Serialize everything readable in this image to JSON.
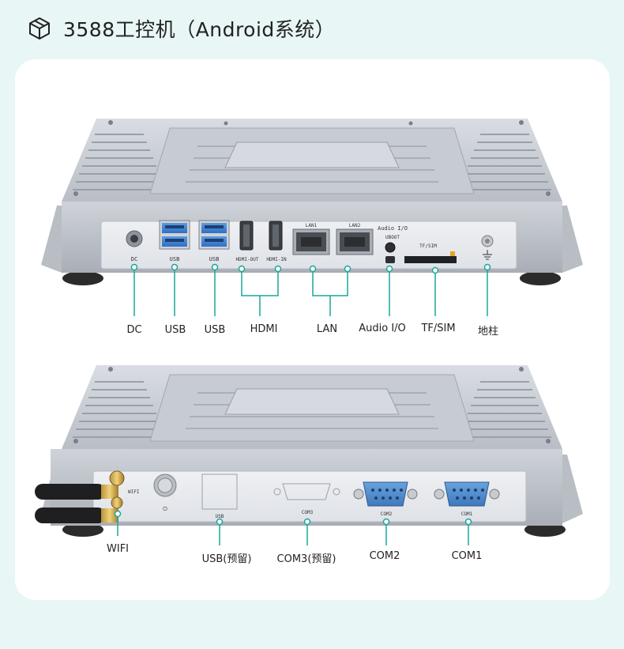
{
  "header": {
    "title": "3588工控机（Android系统）",
    "icon": "cube-icon"
  },
  "colors": {
    "accent": "#1aa79a",
    "background": "#e8f6f5",
    "card": "#ffffff"
  },
  "top_device": {
    "port_labels": [
      "DC",
      "USB",
      "USB",
      "HDMI",
      "LAN",
      "Audio I/O",
      "TF/SIM",
      "地柱"
    ],
    "silkscreen": {
      "dc": "DC",
      "usb1": "USB",
      "usb2": "USB",
      "hdmi_out": "HDMI-OUT",
      "hdmi_in": "HDMI-IN",
      "lan1": "LAN1",
      "lan2": "LAN2",
      "audio": "Audio I/O",
      "uboot": "UBOOT",
      "tfsim": "TF/SIM"
    }
  },
  "bottom_device": {
    "port_labels": [
      "WIFI",
      "USB(预留)",
      "COM3(预留)",
      "COM2",
      "COM1"
    ],
    "silkscreen": {
      "wifi": "WIFI",
      "usb": "USB",
      "com3": "COM3",
      "com2": "COM2",
      "com1": "COM1"
    }
  }
}
